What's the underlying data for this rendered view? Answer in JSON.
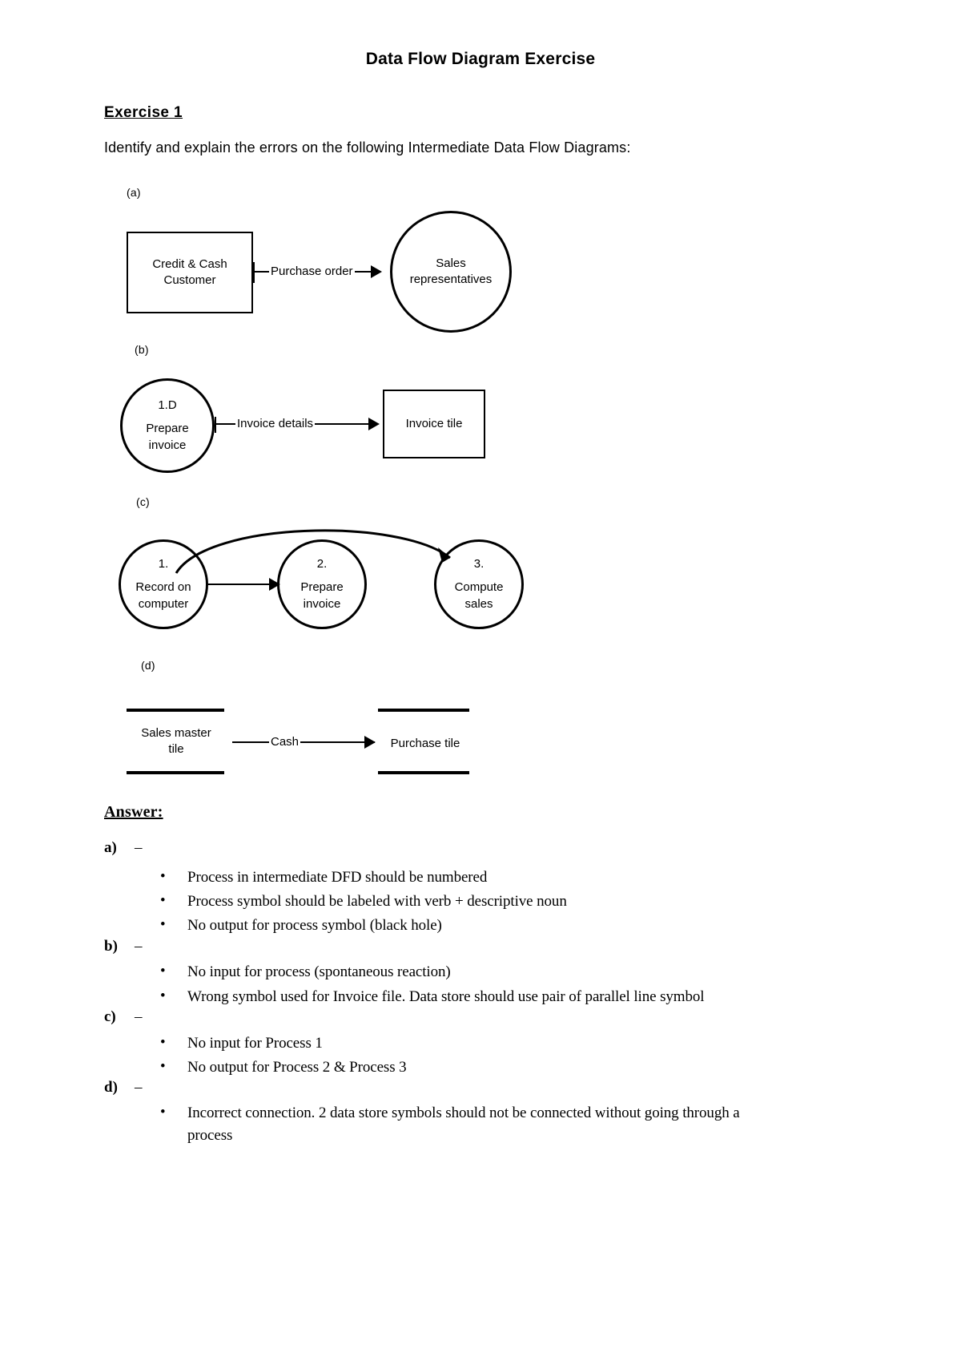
{
  "document": {
    "title": "Data Flow Diagram Exercise",
    "exercise_heading": "Exercise 1",
    "prompt": "Identify and explain the errors on the following Intermediate Data Flow Diagrams:"
  },
  "diagrams": {
    "a": {
      "label": "(a)",
      "entity": "Credit & Cash\nCustomer",
      "entity_line1": "Credit & Cash",
      "entity_line2": "Customer",
      "flow_label": "Purchase order",
      "process_line1": "Sales",
      "process_line2": "representatives"
    },
    "b": {
      "label": "(b)",
      "process_number": "1.D",
      "process_line1": "Prepare",
      "process_line2": "invoice",
      "flow_label": "Invoice details",
      "target": "Invoice tile"
    },
    "c": {
      "label": "(c)",
      "process1_number": "1.",
      "process1_line1": "Record on",
      "process1_line2": "computer",
      "process2_number": "2.",
      "process2_line1": "Prepare",
      "process2_line2": "invoice",
      "process3_number": "3.",
      "process3_line1": "Compute",
      "process3_line2": "sales"
    },
    "d": {
      "label": "(d)",
      "store1_line1": "Sales master",
      "store1_line2": "tile",
      "flow_label": "Cash",
      "store2": "Purchase tile"
    }
  },
  "answer": {
    "heading": "Answer:",
    "items": [
      {
        "marker": "a)",
        "dash": "–",
        "bullets": [
          "Process in intermediate DFD should be numbered",
          "Process symbol should be labeled with verb + descriptive noun",
          "No output for process symbol (black hole)"
        ]
      },
      {
        "marker": "b)",
        "dash": "–",
        "bullets": [
          "No input for process (spontaneous reaction)",
          "Wrong symbol used for Invoice file. Data store should use pair of parallel line symbol"
        ]
      },
      {
        "marker": "c)",
        "dash": "–",
        "bullets": [
          "No input for Process 1",
          "No output for Process 2 & Process 3"
        ]
      },
      {
        "marker": "d)",
        "dash": "–",
        "bullets": [
          "Incorrect connection. 2 data store symbols should not be connected without going through a process"
        ]
      }
    ],
    "bullet_glyph": "•"
  }
}
